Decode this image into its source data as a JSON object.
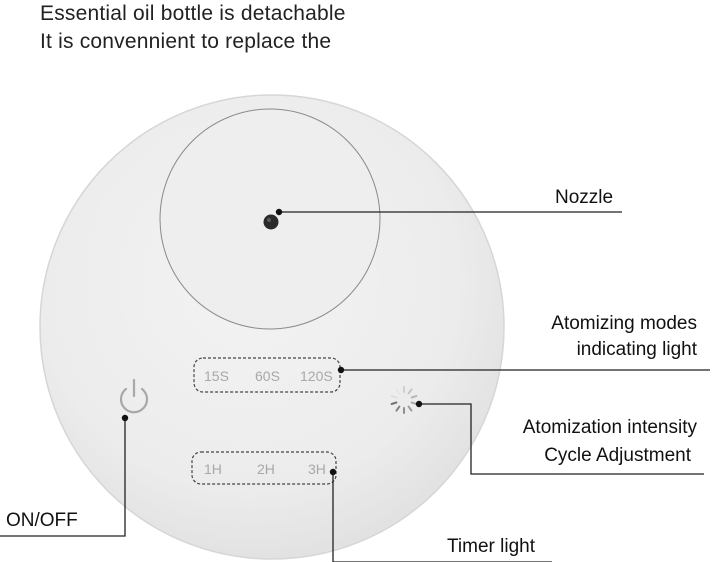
{
  "header": {
    "line1": "Essential oil bottle is detachable",
    "line2": "It is convennient to replace the"
  },
  "callouts": {
    "nozzle": "Nozzle",
    "atomizing_modes_line1": "Atomizing modes",
    "atomizing_modes_line2": "indicating light",
    "intensity_line1": "Atomization intensity",
    "intensity_line2": "Cycle Adjustment",
    "on_off": "ON/OFF",
    "timer_light": "Timer light"
  },
  "mode_indicators": [
    "15S",
    "60S",
    "120S"
  ],
  "timer_indicators": [
    "1H",
    "2H",
    "3H"
  ],
  "icons": {
    "power": "power-icon",
    "intensity": "intensity-dial-icon",
    "nozzle": "nozzle-hole-icon"
  },
  "colors": {
    "device_body": "#ededed",
    "device_edge": "#d4d4d4",
    "leader_line": "#222222",
    "indicator_text": "#a8a8a8"
  }
}
